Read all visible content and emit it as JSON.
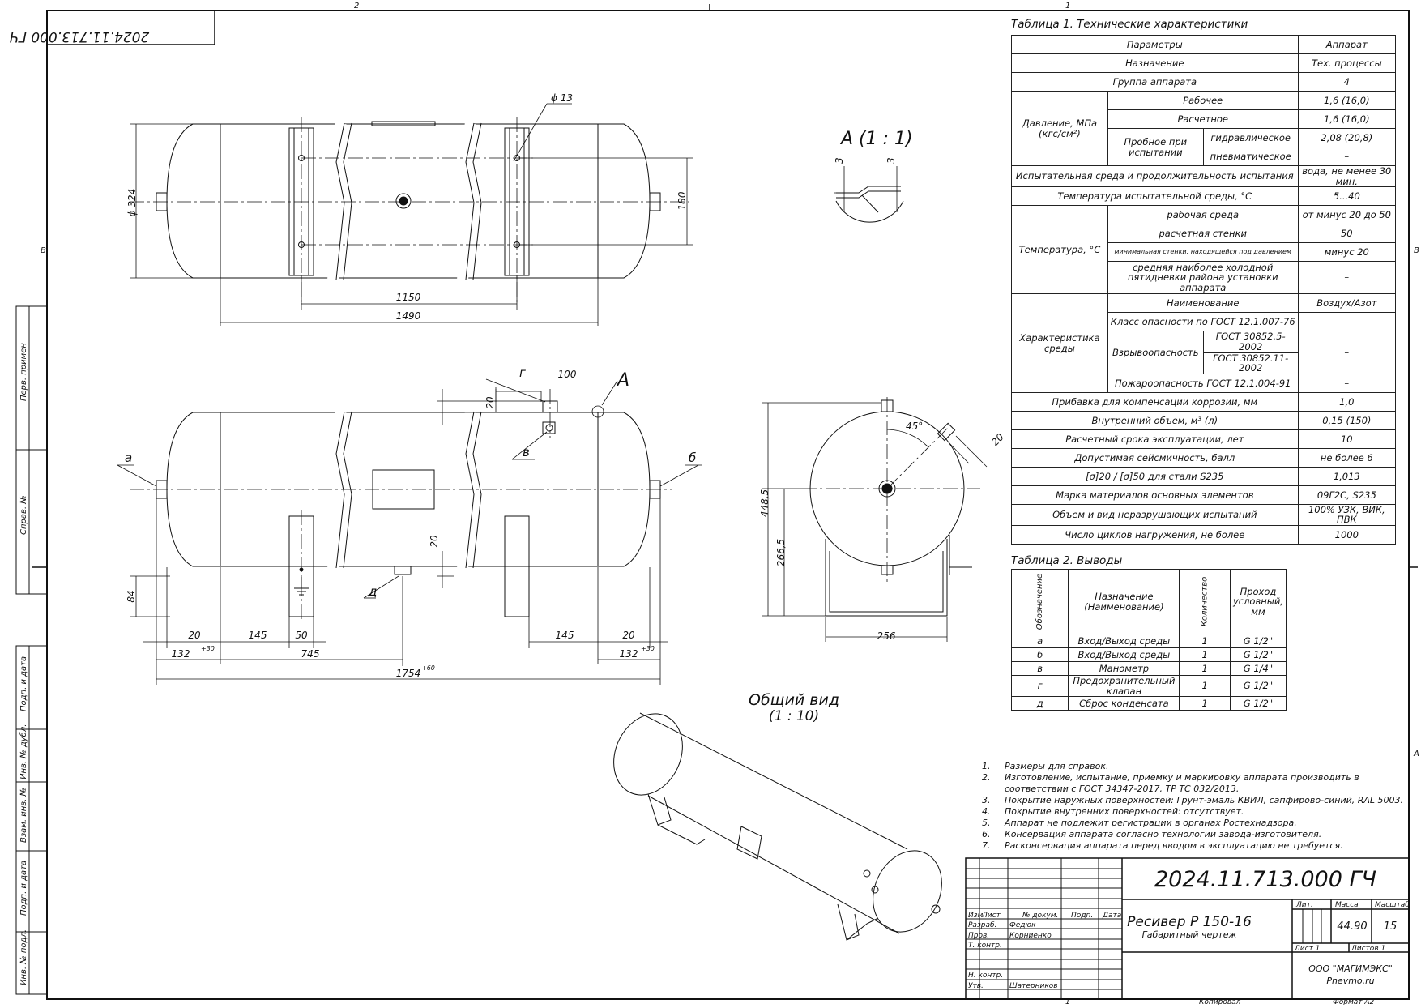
{
  "frame": {
    "top_zones": [
      "2",
      "1"
    ],
    "side_zones": [
      "B",
      "A"
    ],
    "mirror_code": "2024.11.713.000 ГЧ",
    "left_strip": [
      "Перв. примен",
      "Справ. №",
      "Подп. и дата",
      "Инв. № дубл.",
      "Взам. инв. №",
      "Подп. и дата",
      "Инв. № подл."
    ]
  },
  "drawing": {
    "top_view": {
      "dims": [
        "ϕ 324",
        "ϕ 13",
        "180",
        "1150",
        "1490"
      ]
    },
    "front_view": {
      "labels": {
        "a": "а",
        "b": "б",
        "v": "в",
        "g": "г",
        "d": "д",
        "A": "А"
      },
      "dims": [
        "100",
        "20",
        "20",
        "84",
        "20",
        "145",
        "50",
        "145",
        "20",
        "132",
        "+30",
        "745",
        "132",
        "+30",
        "1754",
        "+60"
      ]
    },
    "detail": {
      "title": "А (1 : 1)",
      "dims": [
        "3",
        "3"
      ]
    },
    "side_view": {
      "dims": [
        "448,5",
        "266,5",
        "256",
        "45°",
        "20"
      ]
    },
    "iso_view": {
      "title": "Общий вид",
      "scale": "(1 : 10)"
    }
  },
  "table1": {
    "title": "Таблица 1. Технические характеристики",
    "rows": [
      {
        "param": "Параметры",
        "value": "Аппарат"
      },
      {
        "param": "Назначение",
        "value": "Тех. процессы"
      },
      {
        "param": "Группа аппарата",
        "value": "4"
      },
      {
        "group": "Давление, МПа (кгс/см²)",
        "param": "Рабочее",
        "value": "1,6 (16,0)"
      },
      {
        "param": "Расчетное",
        "value": "1,6 (16,0)"
      },
      {
        "sub": "Пробное при испытании",
        "param": "гидравлическое",
        "value": "2,08 (20,8)"
      },
      {
        "param": "пневматическое",
        "value": "–"
      },
      {
        "param": "Испытательная среда и продолжительность испытания",
        "value": "вода, не менее 30 мин."
      },
      {
        "param": "Температура испытательной среды, °С",
        "value": "5...40"
      },
      {
        "group": "Температура, °С",
        "param": "рабочая среда",
        "value": "от минус 20 до 50"
      },
      {
        "param": "расчетная стенки",
        "value": "50"
      },
      {
        "param": "минимальная стенки, находящейся под давлением",
        "value": "минус 20"
      },
      {
        "param": "средняя наиболее холодной пятидневки района установки аппарата",
        "value": "–"
      },
      {
        "group": "Характеристика среды",
        "param": "Наименование",
        "value": "Воздух/Азот"
      },
      {
        "param": "Класс опасности по ГОСТ 12.1.007-76",
        "value": "–"
      },
      {
        "sub": "Взрывоопасность",
        "param": "ГОСТ 30852.5-2002",
        "value": "–"
      },
      {
        "param": "ГОСТ 30852.11-2002",
        "value": ""
      },
      {
        "param": "Пожароопасность ГОСТ 12.1.004-91",
        "value": "–"
      },
      {
        "param": "Прибавка для компенсации коррозии, мм",
        "value": "1,0"
      },
      {
        "param": "Внутренний объем, м³ (л)",
        "value": "0,15 (150)"
      },
      {
        "param": "Расчетный срока эксплуатации, лет",
        "value": "10"
      },
      {
        "param": "Допустимая сейсмичность, балл",
        "value": "не более 6"
      },
      {
        "param": "[σ]20 / [σ]50 для стали S235",
        "value": "1,013"
      },
      {
        "param": "Марка материалов основных элементов",
        "value": "09Г2С, S235"
      },
      {
        "param": "Объем и вид неразрушающих испытаний",
        "value": "100% УЗК, ВИК, ПВК"
      },
      {
        "param": "Число циклов нагружения, не более",
        "value": "1000"
      }
    ]
  },
  "table2": {
    "title": "Таблица 2. Выводы",
    "headers": [
      "Обозначение",
      "Назначение (Наименование)",
      "Количество",
      "Проход условный, мм"
    ],
    "rows": [
      [
        "а",
        "Вход/Выход среды",
        "1",
        "G 1/2\""
      ],
      [
        "б",
        "Вход/Выход среды",
        "1",
        "G 1/2\""
      ],
      [
        "в",
        "Манометр",
        "1",
        "G 1/4\""
      ],
      [
        "г",
        "Предохранительный клапан",
        "1",
        "G 1/2\""
      ],
      [
        "д",
        "Сброс конденсата",
        "1",
        "G 1/2\""
      ]
    ]
  },
  "notes": [
    {
      "n": "1.",
      "text": "Размеры для справок."
    },
    {
      "n": "2.",
      "text": "Изготовление, испытание, приемку и маркировку аппарата производить в"
    },
    {
      "n": "",
      "text": "соответствии с ГОСТ 34347-2017, ТР ТС 032/2013."
    },
    {
      "n": "3.",
      "text": "Покрытие наружных поверхностей: Грунт-эмаль КВИЛ, сапфирово-синий, RAL 5003."
    },
    {
      "n": "4.",
      "text": "Покрытие внутренних поверхностей: отсутствует."
    },
    {
      "n": "5.",
      "text": "Аппарат не подлежит регистрации в органах Ростехнадзора."
    },
    {
      "n": "6.",
      "text": "Консервация аппарата согласно технологии завода-изготовителя."
    },
    {
      "n": "7.",
      "text": "Расконсервация аппарата перед вводом в эксплуатацию не требуется."
    }
  ],
  "title_block": {
    "code": "2024.11.713.000 ГЧ",
    "name": "Ресивер Р 150-16",
    "doc_type": "Габаритный чертеж",
    "headers": {
      "izm": "Изм.",
      "list": "Лист",
      "doc": "№ докум.",
      "podp": "Подп.",
      "date": "Дата"
    },
    "roles": [
      {
        "role": "Разраб.",
        "person": "Федюк"
      },
      {
        "role": "Пров.",
        "person": "Корниенко"
      },
      {
        "role": "Т. контр.",
        "person": ""
      },
      {
        "role": "",
        "person": ""
      },
      {
        "role": "Н. контр.",
        "person": ""
      },
      {
        "role": "Утв.",
        "person": "Шатерников"
      }
    ],
    "lit": "Лит.",
    "mass_label": "Масса",
    "mass": "44.90",
    "scale_label": "Масштаб",
    "scale": "15",
    "sheet": "Лист 1",
    "sheets": "Листов 1",
    "company": "ООО \"МАГИМЭКС\"",
    "site": "Pnevmo.ru",
    "copied": "Копировал",
    "format": "Формат А2"
  }
}
